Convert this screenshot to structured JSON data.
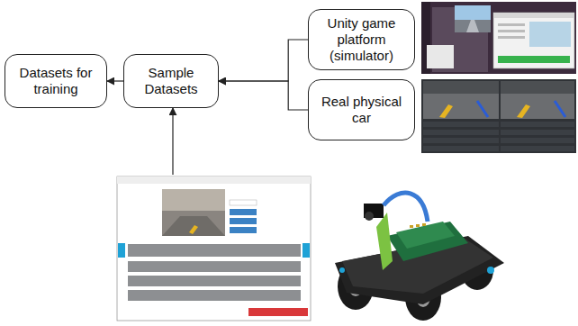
{
  "diagram": {
    "nodes": [
      {
        "text": [
          "Datasets for training"
        ]
      },
      {
        "text": [
          "Sample Datasets"
        ]
      },
      {
        "text": [
          "Unity game platform (simulator)"
        ]
      },
      {
        "text": [
          "Real physical car"
        ]
      }
    ],
    "edges": [
      {
        "from": 1,
        "to": 0,
        "arrow": "to"
      },
      {
        "from": 2,
        "to": 1,
        "arrow": "to"
      },
      {
        "from": 3,
        "to": 1,
        "arrow": "to"
      }
    ]
  }
}
